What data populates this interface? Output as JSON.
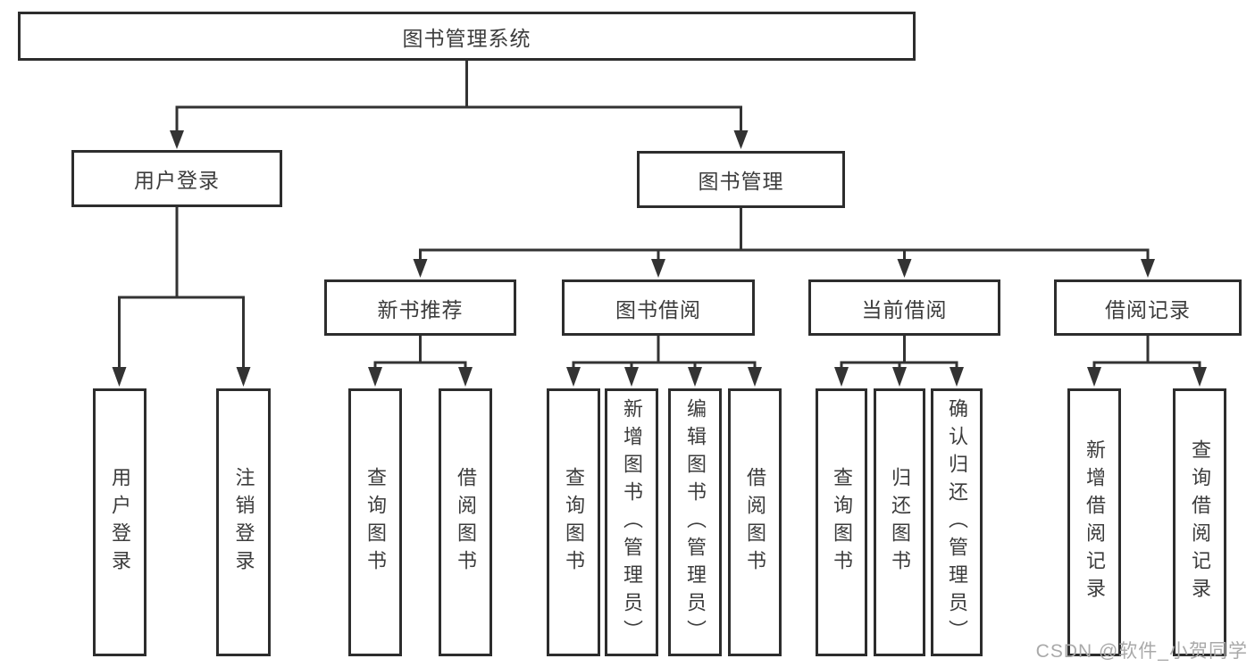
{
  "diagram": {
    "title": "图书管理系统",
    "nodes": {
      "root": "图书管理系统",
      "userLogin": "用户登录",
      "bookMgmt": "图书管理",
      "newBooks": "新书推荐",
      "bookBorrow": "图书借阅",
      "currentBorrow": "当前借阅",
      "borrowRecords": "借阅记录",
      "leafUserLogin": "用户登录",
      "leafLogout": "注销登录",
      "leafQueryBooksNew": "查询图书",
      "leafBorrowBooksNew": "借阅图书",
      "leafQueryBooksBorrow": "查询图书",
      "leafAddBooksAdmin": "新增图书（管理员）",
      "leafEditBooksAdmin": "编辑图书（管理员）",
      "leafBorrowBooksBorrow": "借阅图书",
      "leafQueryBooksCurrent": "查询图书",
      "leafReturnBooks": "归还图书",
      "leafConfirmReturnAdmin": "确认归还（管理员）",
      "leafAddBorrowRecord": "新增借阅记录",
      "leafQueryBorrowRecord": "查询借阅记录"
    },
    "colors": {
      "line": "#333333",
      "border": "#2d2d2d",
      "text": "#3c3c3c",
      "watermark": "#a9a9a9"
    }
  },
  "watermark": "CSDN @软件_小贺同学"
}
